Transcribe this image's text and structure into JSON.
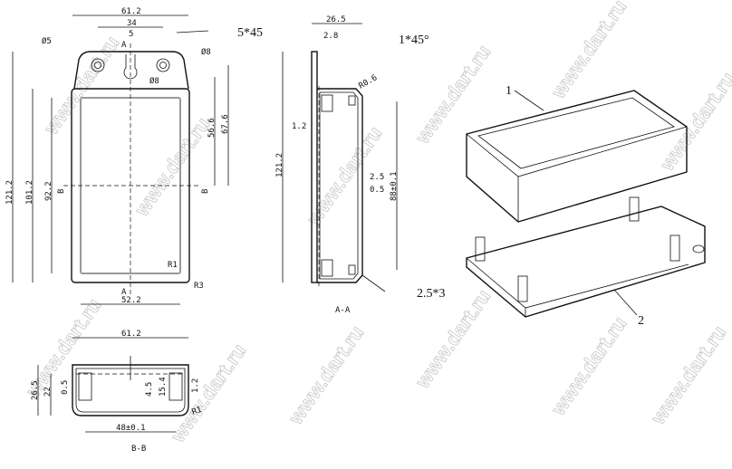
{
  "watermark": "www.dart.ru",
  "top_view": {
    "width_overall": "61.2",
    "hole_spacing": "34",
    "slot_width": "5",
    "section_mark_a": "A",
    "hole_dia_small": "Ø5",
    "hole_dia_right": "Ø8",
    "hole_dia_slot": "Ø8",
    "chamfer": "5*45",
    "dim_56_6": "56.6",
    "dim_67_6": "67.6",
    "length_overall": "121.2",
    "length_body": "101.2",
    "length_inner": "92.2",
    "section_mark_b": "B",
    "radius_inner": "R1",
    "radius_outer": "R3",
    "width_inner": "52.2"
  },
  "section_a": {
    "depth": "26.5",
    "flange_thickness": "2.8",
    "chamfer": "1*45°",
    "radius": "R0.6",
    "wall": "1.2",
    "length": "121.2",
    "dim_2_5": "2.5",
    "dim_0_5": "0.5",
    "boss_spacing": "88±0.1",
    "title": "A-A",
    "screw": "2.5*3"
  },
  "section_b": {
    "width": "61.2",
    "height": "26.5",
    "inner_height": "22",
    "dim_0_5": "0.5",
    "dim_4_5": "4.5",
    "dim_15_4": "15.4",
    "wall": "1.2",
    "radius": "R1",
    "boss_spacing": "48±0.1",
    "title": "B-B"
  },
  "iso_view": {
    "part_lid": "1",
    "part_base": "2"
  }
}
